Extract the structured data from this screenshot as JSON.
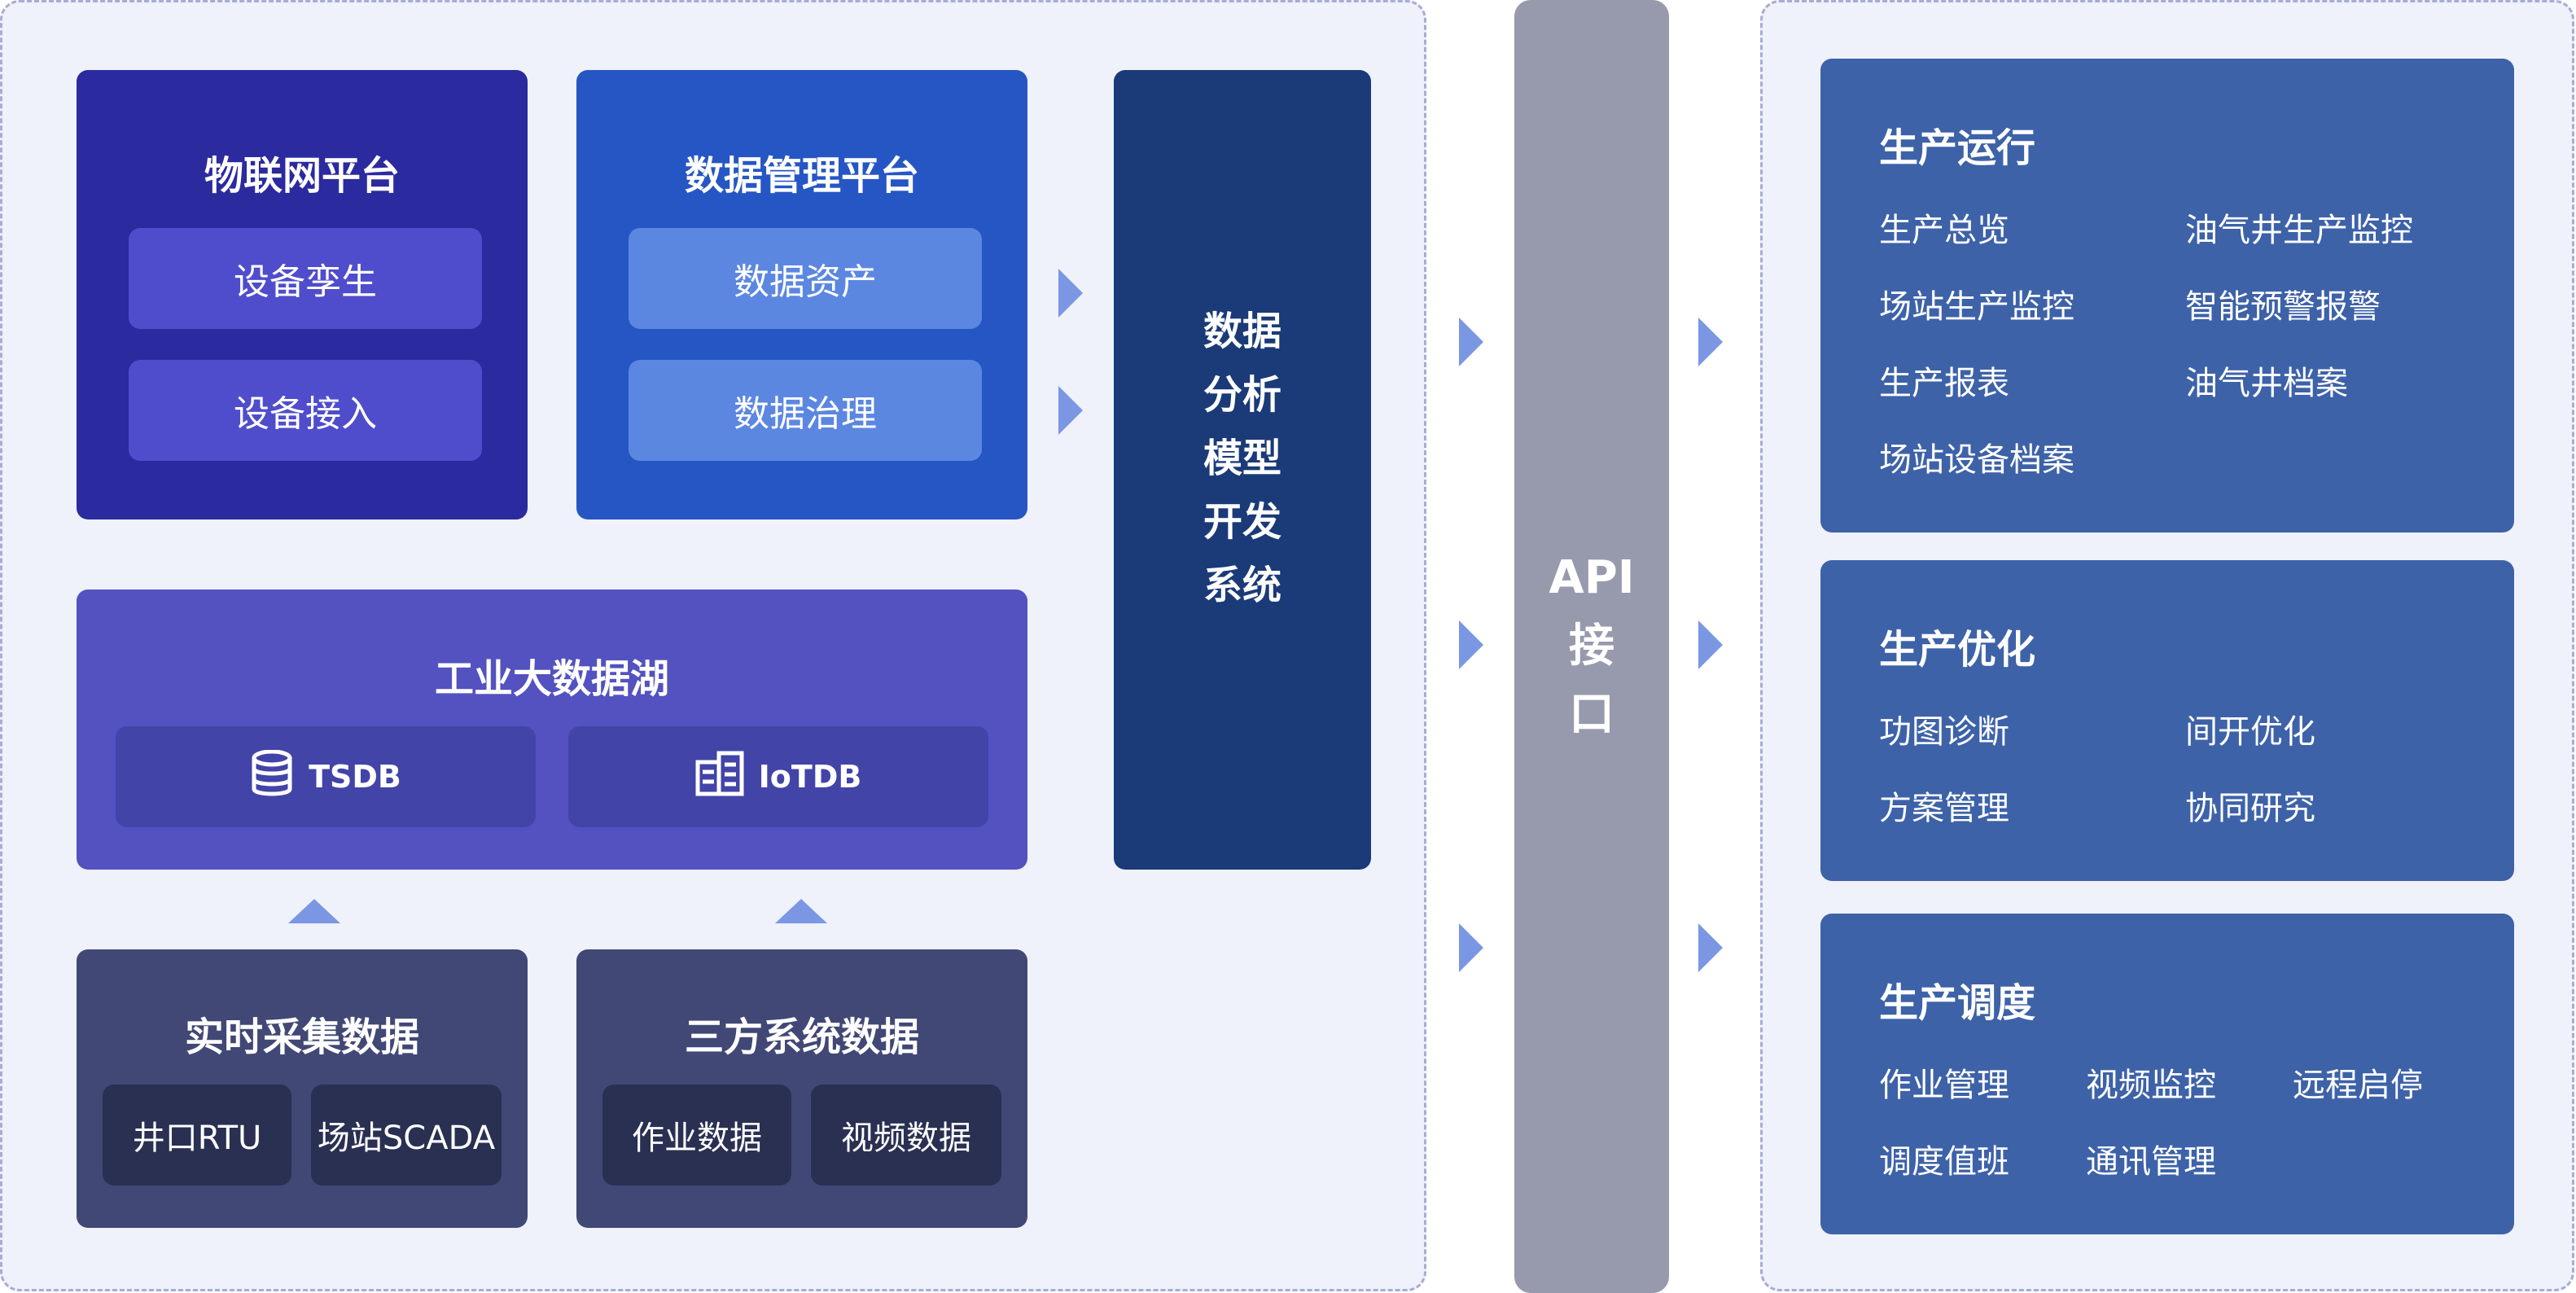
{
  "iot_platform": {
    "title": "物联网平台",
    "items": [
      "设备孪生",
      "设备接入"
    ]
  },
  "data_platform": {
    "title": "数据管理平台",
    "items": [
      "数据资产",
      "数据治理"
    ]
  },
  "analysis_system": {
    "lines": [
      "数据",
      "分析",
      "模型",
      "开发",
      "系统"
    ]
  },
  "data_lake": {
    "title": "工业大数据湖",
    "items": [
      {
        "label": "TSDB",
        "icon": "database-icon"
      },
      {
        "label": "IoTDB",
        "icon": "server-icon"
      }
    ]
  },
  "realtime_data": {
    "title": "实时采集数据",
    "items": [
      "井口RTU",
      "场站SCADA"
    ]
  },
  "thirdparty_data": {
    "title": "三方系统数据",
    "items": [
      "作业数据",
      "视频数据"
    ]
  },
  "api": {
    "lines": [
      "API",
      "接",
      "口"
    ]
  },
  "production_ops": {
    "title": "生产运行",
    "items": [
      "生产总览",
      "油气井生产监控",
      "场站生产监控",
      "智能预警报警",
      "生产报表",
      "油气井档案",
      "场站设备档案"
    ]
  },
  "production_opt": {
    "title": "生产优化",
    "items": [
      "功图诊断",
      "间开优化",
      "方案管理",
      "协同研究"
    ]
  },
  "production_sched": {
    "title": "生产调度",
    "items": [
      "作业管理",
      "视频监控",
      "远程启停",
      "调度值班",
      "通讯管理"
    ]
  },
  "colors": {
    "panel_bg": "#eff1fb",
    "iot": "#2b2a9e",
    "data_mgmt": "#2556c4",
    "analysis": "#1a3a78",
    "lake": "#5352c0",
    "source": "#414876",
    "api": "#9799ad",
    "right_box": "#3d62a8",
    "arrow": "#7b97e4"
  }
}
